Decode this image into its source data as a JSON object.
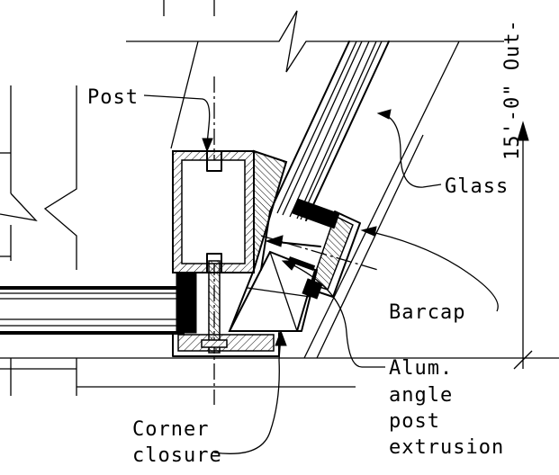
{
  "labels": {
    "post": "Post",
    "glass": "Glass",
    "barcap": "Barcap",
    "alum_line1": "Alum.",
    "alum_line2": "angle",
    "alum_line3": "post",
    "alum_line4": "extrusion",
    "corner_line1": "Corner",
    "corner_line2": "closure"
  },
  "dimension": {
    "text": "15'-0\" Out-"
  }
}
